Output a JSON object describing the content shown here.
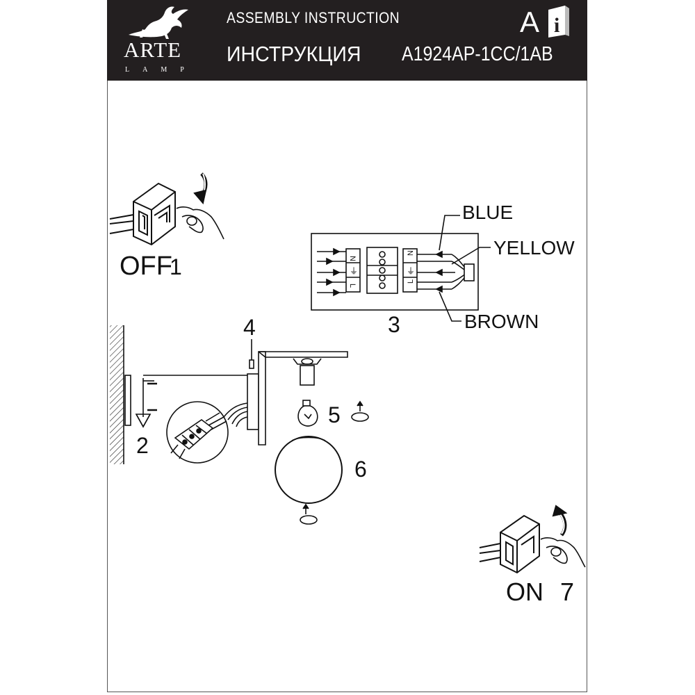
{
  "header": {
    "brand": "ARTE",
    "brand_sub": "LAMP",
    "title_en": "ASSEMBLY INSTRUCTION",
    "title_ru": "ИНСТРУКЦИЯ",
    "model": "A1924AP-1CC/1AB",
    "doc_letter": "A"
  },
  "steps": {
    "off_label": "OFF",
    "step1": "1",
    "step2": "2",
    "step3": "3",
    "step4": "4",
    "step5": "5",
    "step6": "6",
    "on_label": "ON",
    "step7": "7"
  },
  "wires": {
    "blue": "BLUE",
    "yellow": "YELLOW",
    "brown": "BROWN"
  },
  "terminal": {
    "left_marks": [
      "N",
      "⏚",
      "L"
    ],
    "right_marks": [
      "N",
      "⏚",
      "L"
    ]
  },
  "colors": {
    "header_bg": "#231f20",
    "ink": "#111111"
  }
}
